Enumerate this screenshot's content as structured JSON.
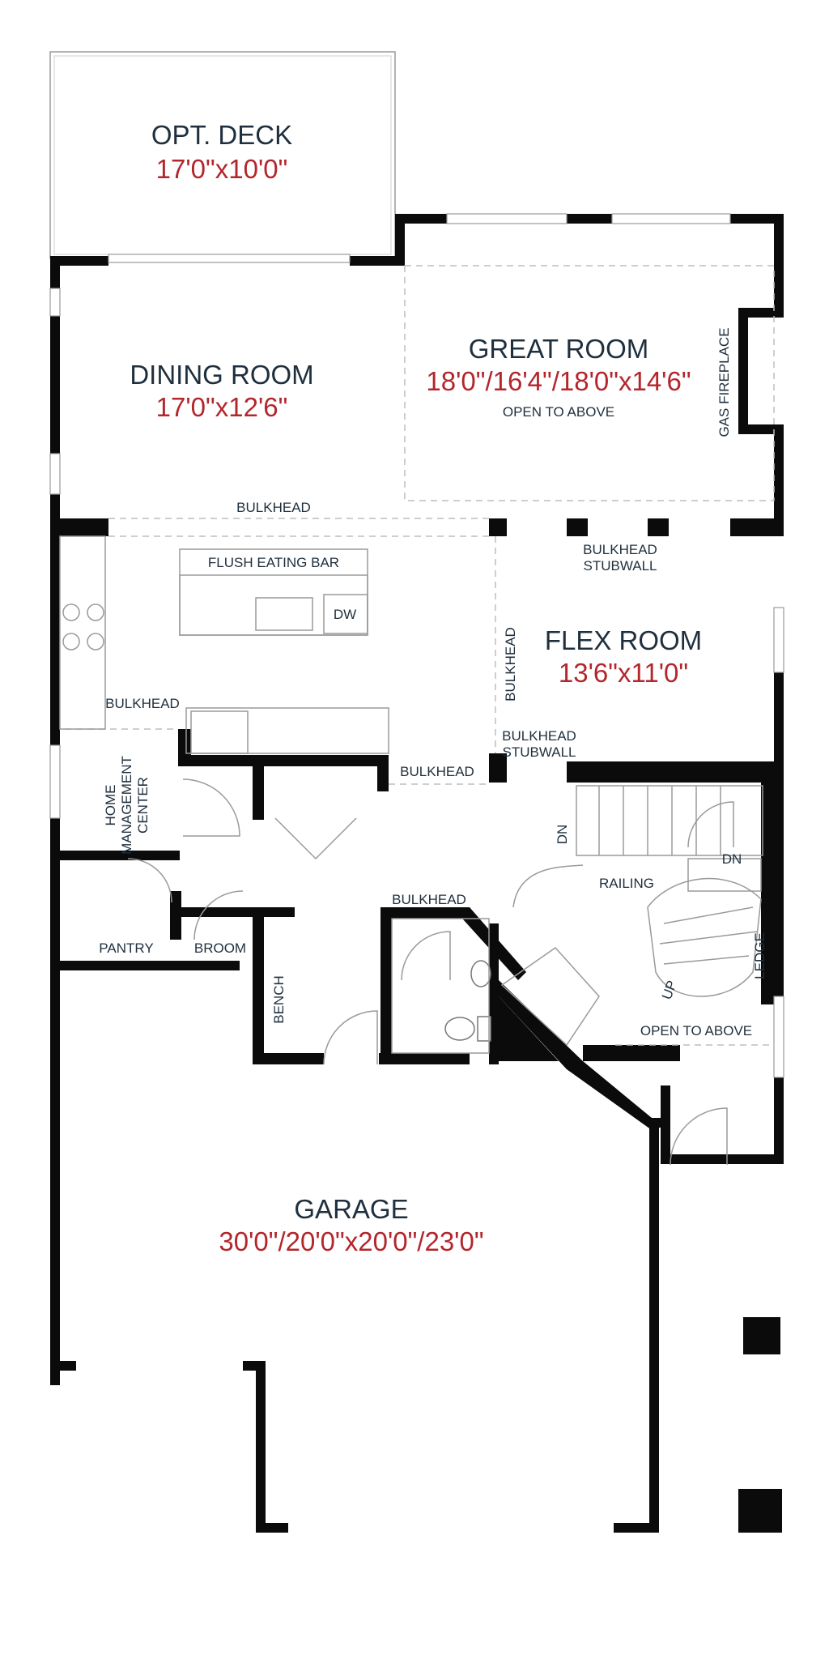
{
  "colors": {
    "wall": "#0b0b0b",
    "room_name": "#1f2f3d",
    "dimension": "#b3262c",
    "line": "#9a9a9a"
  },
  "rooms": {
    "deck": {
      "name": "OPT. DECK",
      "dim": "17'0\"x10'0\""
    },
    "dining": {
      "name": "DINING ROOM",
      "dim": "17'0\"x12'6\""
    },
    "great": {
      "name": "GREAT ROOM",
      "dim": "18'0\"/16'4\"/18'0\"x14'6\"",
      "note": "OPEN TO ABOVE"
    },
    "flex": {
      "name": "FLEX ROOM",
      "dim": "13'6\"x11'0\""
    },
    "garage": {
      "name": "GARAGE",
      "dim": "30'0\"/20'0\"x20'0\"/23'0\""
    }
  },
  "labels": {
    "bulkhead": "BULKHEAD",
    "bulkhead_stubwall_1": "BULKHEAD",
    "stubwall_1": "STUBWALL",
    "bulkhead_stubwall_2": "BULKHEAD",
    "stubwall_2": "STUBWALL",
    "flush_eating_bar": "FLUSH EATING BAR",
    "dw": "DW",
    "gas_fireplace": "GAS FIREPLACE",
    "home_mgmt_1": "HOME",
    "home_mgmt_2": "MANAGEMENT",
    "home_mgmt_3": "CENTER",
    "pantry": "PANTRY",
    "broom": "BROOM",
    "bench": "BENCH",
    "dn_main": "DN",
    "dn_side": "DN",
    "railing": "RAILING",
    "ledge": "LEDGE",
    "up": "UP",
    "open_to_above_foyer": "OPEN TO ABOVE"
  }
}
